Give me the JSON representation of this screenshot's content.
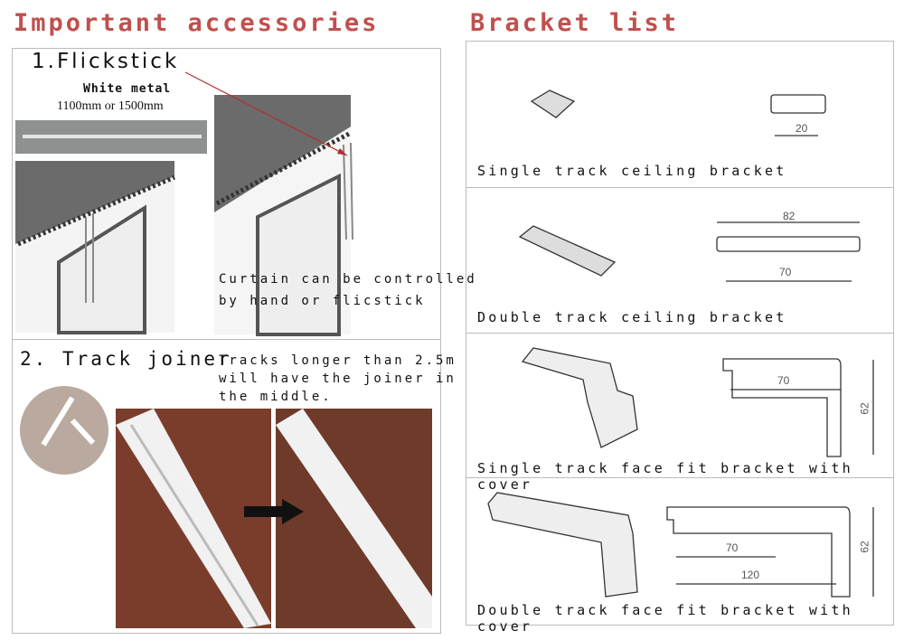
{
  "left": {
    "title": "Important accessories",
    "flickstick": {
      "heading": "1.Flickstick",
      "material": "White metal",
      "lengths": "1100mm or 1500mm",
      "note_line1": "Curtain can be controlled",
      "note_line2": "by hand or flicstick"
    },
    "joiner": {
      "heading": "2. Track joiner",
      "note_line1": "Tracks longer than 2.5m",
      "note_line2": "will have the joiner in",
      "note_line3": "the middle."
    }
  },
  "right": {
    "title": "Bracket list",
    "brackets": [
      {
        "label": "Single track ceiling bracket",
        "dims": [
          "20"
        ]
      },
      {
        "label": "Double track ceiling bracket",
        "dims": [
          "82",
          "70"
        ]
      },
      {
        "label": "Single track face fit bracket with cover",
        "dims": [
          "70",
          "62"
        ]
      },
      {
        "label": "Double track face fit bracket with cover",
        "dims": [
          "70",
          "120",
          "62"
        ]
      }
    ]
  },
  "colors": {
    "heading": "#c0504d",
    "arrow": "#b03030"
  }
}
